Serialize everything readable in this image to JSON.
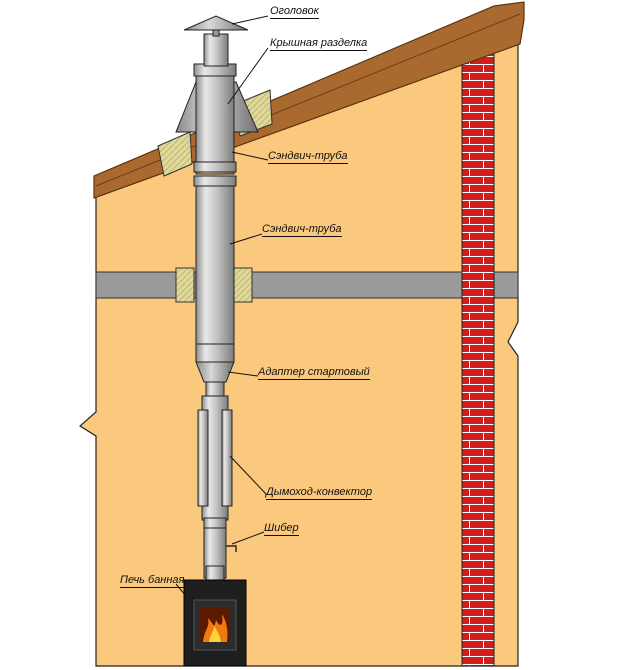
{
  "colors": {
    "wall": "#fbc97e",
    "roof": "#a9692f",
    "roof_edge": "#6e3f15",
    "floor_slab": "#9a9a9a",
    "brick": "#d21d1d",
    "mortar": "#ffffff",
    "insulation": "#dfd898",
    "pipe": "#b9b9b9",
    "outline": "#222222",
    "stove": "#1e1e1e",
    "fire": "#f07a12"
  },
  "labels": {
    "cap": "Оголовок",
    "roof_pass": "Крышная разделка",
    "sandwich_upper": "Сэндвич-труба",
    "sandwich_lower": "Сэндвич-труба",
    "adapter": "Адаптер стартовый",
    "convector": "Дымоход-конвектор",
    "damper": "Шибер",
    "stove": "Печь банная"
  }
}
